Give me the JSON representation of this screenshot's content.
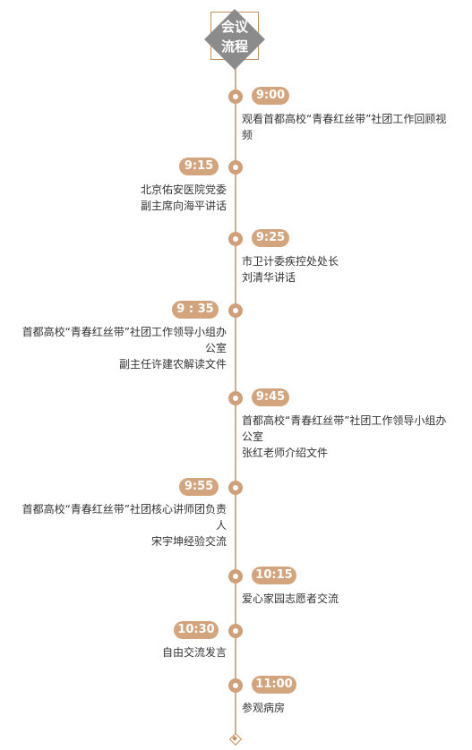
{
  "header": {
    "title_line1": "会议",
    "title_line2": "流程"
  },
  "items": [
    {
      "time": "9:00",
      "lines": [
        "观看首都高校“青春红丝带”社团工作回顾视",
        "频"
      ]
    },
    {
      "time": "9:15",
      "lines": [
        "北京佑安医院党委",
        "副主席向海平讲话"
      ]
    },
    {
      "time": "9:25",
      "lines": [
        "市卫计委疾控处处长",
        "刘清华讲话"
      ]
    },
    {
      "time": "9 : 35",
      "lines": [
        "首都高校“青春红丝带”社团工作领导小组办",
        "公室",
        "副主任许建农解读文件"
      ]
    },
    {
      "time": "9:45",
      "lines": [
        "首都高校“青春红丝带”社团工作领导小组办",
        "公室",
        "张红老师介绍文件"
      ]
    },
    {
      "time": "9:55",
      "lines": [
        "首都高校“青春红丝带”社团核心讲师团负责",
        "人",
        "宋宇坤经验交流"
      ]
    },
    {
      "time": "10:15",
      "lines": [
        "爱心家园志愿者交流"
      ]
    },
    {
      "time": "10:30",
      "lines": [
        "自由交流发言"
      ]
    },
    {
      "time": "11:00",
      "lines": [
        "参观病房"
      ]
    }
  ],
  "colors": {
    "accent": "#d2a57e",
    "line": "#cfae8e",
    "diamond": "#8b8b8b",
    "text": "#333333"
  }
}
